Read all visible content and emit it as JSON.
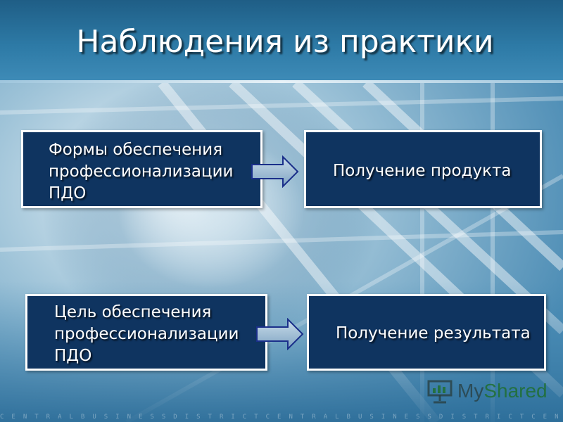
{
  "slide": {
    "title": "Наблюдения из практики",
    "footer_text": "CENTRALBUSINESSDISTRICTCENTRALBUSINESSDISTRICTCENTRA",
    "accent_color": "#0f3460",
    "box_border_color": "#ffffff"
  },
  "diagram": {
    "row1": {
      "left_box": "Формы обеспечения\nпрофессионализации\nПДО",
      "right_box": "Получение продукта"
    },
    "row2": {
      "left_box": "Цель обеспечения\nпрофессионализации\nПДО",
      "right_box": "Получение результата"
    },
    "arrow_icon": "right-arrow-icon"
  },
  "watermark": {
    "brand_part1": "My",
    "brand_part2": "Shared",
    "icon": "presentation-board-icon"
  }
}
